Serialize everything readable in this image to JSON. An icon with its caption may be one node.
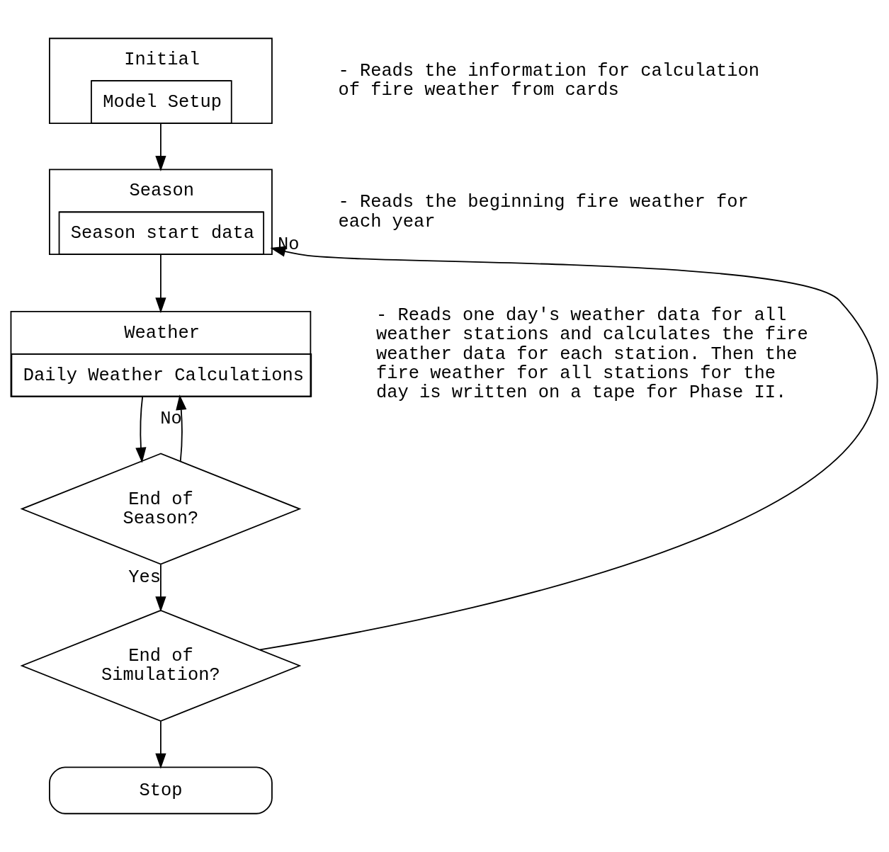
{
  "diagram": {
    "nodes": [
      {
        "text": [
          "Initial",
          "Model Setup"
        ],
        "beside": [
          "- Reads the information for calculation of fire weather from cards"
        ]
      },
      {
        "text": [
          "Season",
          "Season start data"
        ],
        "beside": [
          "- Reads the beginning fire weather for each year"
        ]
      },
      {
        "text": [
          "Weather",
          "Daily Weather Calculations"
        ],
        "beside": [
          "- Reads one day's weather data for all weather stations and calculates the fire weather data for each station. Then the fire weather for all stations for the day is written on a tape for Phase II."
        ]
      },
      {
        "text": [
          "End of Season?"
        ]
      },
      {
        "text": [
          "End of Simulation?"
        ]
      },
      {
        "text": [
          "Stop"
        ]
      }
    ],
    "edges": [
      {
        "from": 0,
        "to": 1,
        "arrow": "to"
      },
      {
        "from": 1,
        "to": 2,
        "arrow": "to"
      },
      {
        "from": 2,
        "to": 3,
        "arrow": "to"
      },
      {
        "from": 3,
        "to": 2,
        "arrow": "to",
        "label": "No"
      },
      {
        "from": 3,
        "to": 4,
        "arrow": "to",
        "label": "Yes"
      },
      {
        "from": 4,
        "to": 1,
        "arrow": "to",
        "label": "No"
      },
      {
        "from": 4,
        "to": 5,
        "arrow": "to"
      }
    ]
  }
}
